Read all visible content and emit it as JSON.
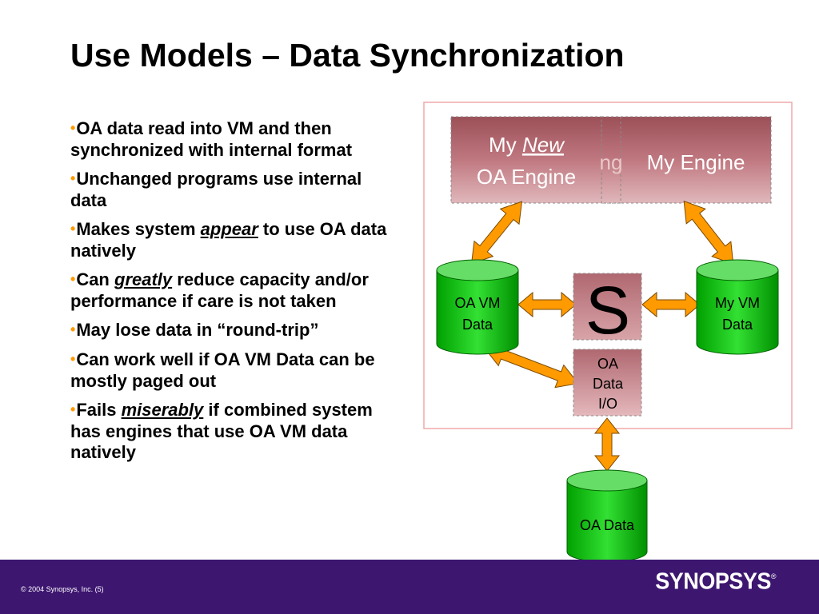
{
  "slide": {
    "title": "Use Models – Data Synchronization"
  },
  "bullets": [
    {
      "pre": "OA data read into VM and then synchronized with internal format",
      "emph": "",
      "post": ""
    },
    {
      "pre": "Unchanged programs use internal data",
      "emph": "",
      "post": ""
    },
    {
      "pre": "Makes system ",
      "emph": "appear",
      "post": " to use OA data natively"
    },
    {
      "pre": "Can ",
      "emph": "greatly",
      "post": " reduce capacity and/or performance if care is not taken"
    },
    {
      "pre": "May lose data in “round-trip”",
      "emph": "",
      "post": ""
    },
    {
      "pre": "Can work well if OA VM Data can be mostly paged out",
      "emph": "",
      "post": ""
    },
    {
      "pre": "Fails ",
      "emph": "miserably",
      "post": " if combined system has engines that use OA VM data natively"
    }
  ],
  "diagram": {
    "engine_new_prefix": "My ",
    "engine_new_emph": "New",
    "engine_new_line2": "OA Engine",
    "engine_middle_fragment": "ng",
    "engine_mine": "My Engine",
    "oa_vm_data_line1": "OA VM",
    "oa_vm_data_line2": "Data",
    "sync_label": "S",
    "my_vm_data_line1": "My VM",
    "my_vm_data_line2": "Data",
    "oa_io_line1": "OA",
    "oa_io_line2": "Data",
    "oa_io_line3": "I/O",
    "oa_data": "OA Data"
  },
  "footer": {
    "copyright": "© 2004 Synopsys, Inc. (5)",
    "logo": "SYNOPSYS",
    "logo_mark": "®"
  },
  "colors": {
    "engine_fill": "#b06068",
    "cylinder_green": "#00a000",
    "io_box_fill": "#c88890",
    "arrow_orange": "#ff9a00",
    "footer_purple": "#3d1670",
    "bullet_orange": "#ff9900"
  }
}
